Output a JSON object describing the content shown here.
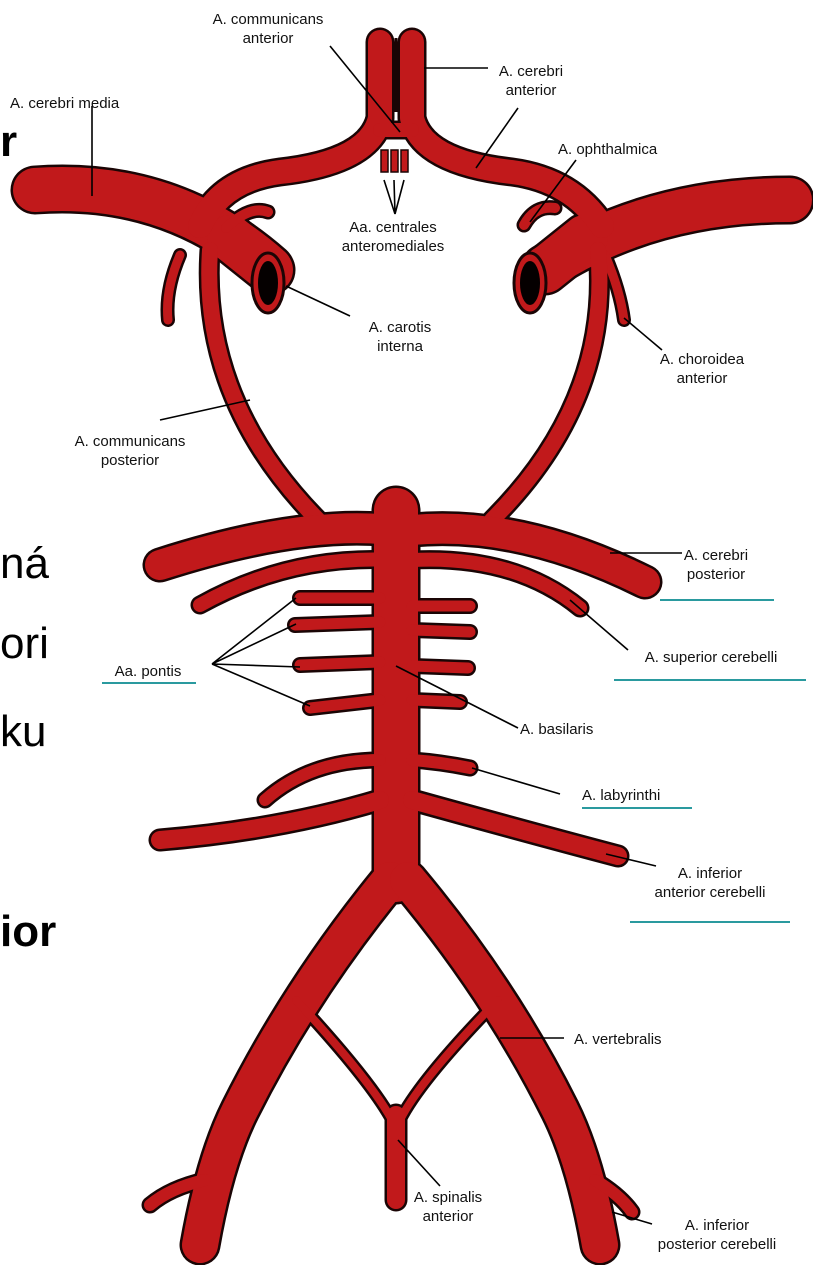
{
  "colors": {
    "artery": "#c1191b",
    "outline": "#1a0505",
    "underline": "#2a9a9f",
    "text": "#111111"
  },
  "background_fragments": [
    "r",
    "ná",
    "ori",
    "ku",
    "ior"
  ],
  "labels": {
    "communicans_anterior": "A. communicans\nanterior",
    "cerebri_anterior": "A. cerebri\nanterior",
    "cerebri_media": "A. cerebri media",
    "ophthalmica": "A. ophthalmica",
    "centrales_anteromediales": "Aa. centrales\nanteromediales",
    "carotis_interna": "A. carotis\ninterna",
    "choroidea_anterior": "A. choroidea\nanterior",
    "communicans_posterior": "A. communicans\nposterior",
    "cerebri_posterior": "A. cerebri\nposterior",
    "superior_cerebelli": "A. superior cerebelli",
    "pontis": "Aa. pontis",
    "basilaris": "A. basilaris",
    "labyrinthi": "A. labyrinthi",
    "inferior_anterior_cerebelli": "A. inferior\nanterior cerebelli",
    "vertebralis": "A. vertebralis",
    "spinalis_anterior": "A. spinalis\nanterior",
    "inferior_posterior_cerebelli": "A. inferior\nposterior cerebelli"
  }
}
